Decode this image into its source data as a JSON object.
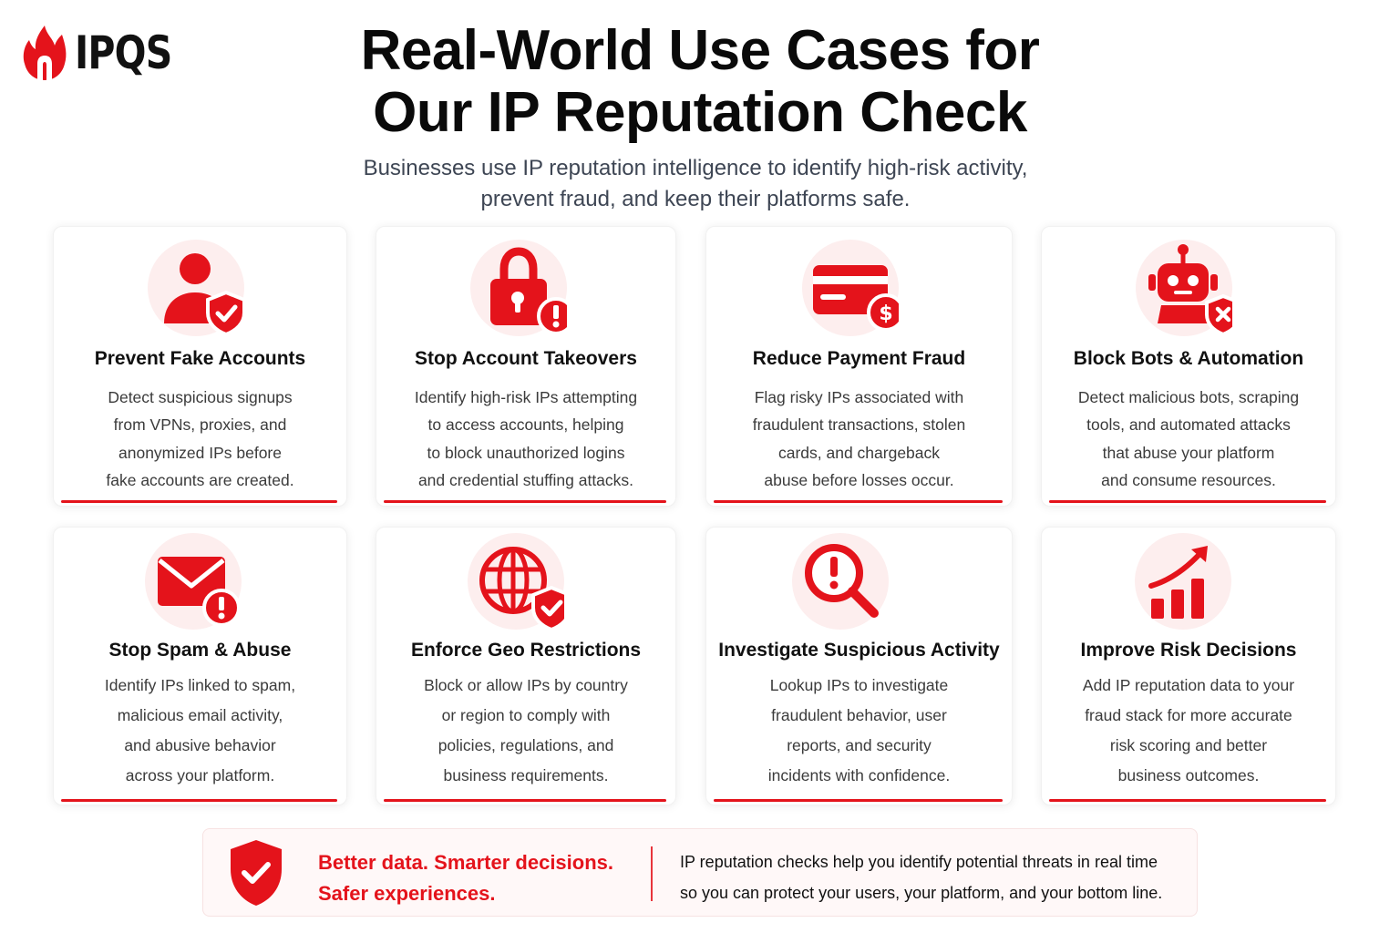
{
  "brand": {
    "name": "IPQS",
    "accent": "#e4131b"
  },
  "title": {
    "line1": "Real-World Use Cases for",
    "line2": "Our IP Reputation Check"
  },
  "subtitle": {
    "line1": "Businesses use IP reputation intelligence to identify high-risk activity,",
    "line2": "prevent fraud, and keep their platforms safe."
  },
  "cards": [
    {
      "icon": "user-shield-check-icon",
      "title": "Prevent Fake Accounts",
      "lines": [
        "Detect suspicious signups",
        "from VPNs, proxies, and",
        "anonymized IPs before",
        "fake accounts are created."
      ]
    },
    {
      "icon": "lock-alert-icon",
      "title": "Stop Account Takeovers",
      "lines": [
        "Identify high-risk IPs attempting",
        "to access accounts, helping",
        "to block unauthorized logins",
        "and credential stuffing attacks."
      ]
    },
    {
      "icon": "credit-card-dollar-icon",
      "title": "Reduce Payment Fraud",
      "lines": [
        "Flag risky IPs associated with",
        "fraudulent transactions, stolen",
        "cards, and chargeback",
        "abuse before losses occur."
      ]
    },
    {
      "icon": "robot-shield-x-icon",
      "title": "Block Bots & Automation",
      "lines": [
        "Detect malicious bots, scraping",
        "tools, and automated attacks",
        "that abuse your platform",
        "and consume resources."
      ]
    },
    {
      "icon": "envelope-alert-icon",
      "title": "Stop Spam & Abuse",
      "lines": [
        "Identify IPs linked to spam,",
        "malicious email activity,",
        "and abusive behavior",
        "across your platform."
      ]
    },
    {
      "icon": "globe-shield-check-icon",
      "title": "Enforce Geo Restrictions",
      "lines": [
        "Block or allow IPs by country",
        "or region to comply with",
        "policies, regulations, and",
        "business requirements."
      ]
    },
    {
      "icon": "magnifier-alert-icon",
      "title": "Investigate Suspicious Activity",
      "lines": [
        "Lookup IPs to investigate",
        "fraudulent behavior, user",
        "reports, and security",
        "incidents with confidence."
      ]
    },
    {
      "icon": "bar-chart-up-icon",
      "title": "Improve Risk Decisions",
      "lines": [
        "Add IP reputation data to your",
        "fraud stack for more accurate",
        "risk scoring and better",
        "business outcomes."
      ]
    }
  ],
  "banner": {
    "icon": "shield-check-icon",
    "tagline": [
      "Better data. Smarter decisions.",
      "Safer experiences."
    ],
    "text": [
      "IP reputation checks help you identify potential threats in real time",
      "so you can protect your users, your platform, and your bottom line."
    ]
  }
}
